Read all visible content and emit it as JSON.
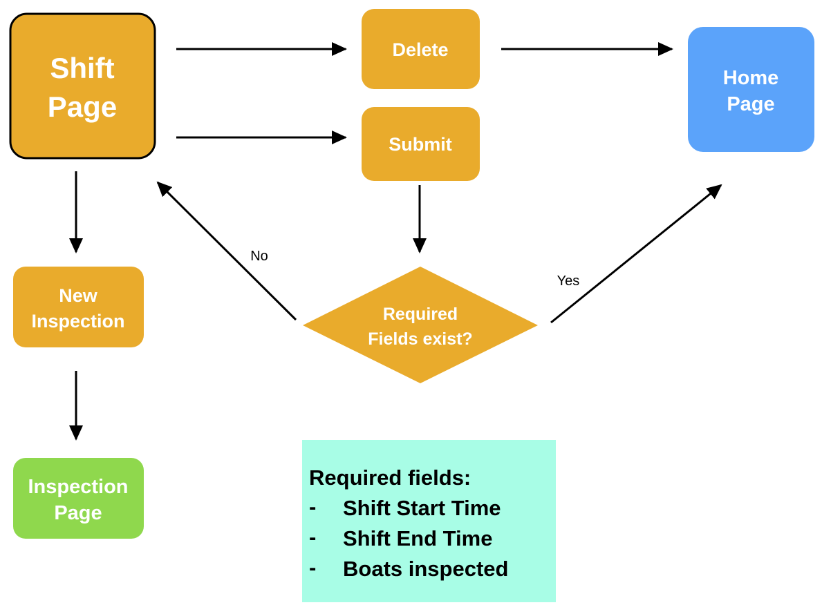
{
  "nodes": {
    "shift_page": {
      "line1": "Shift",
      "line2": "Page"
    },
    "delete": {
      "label": "Delete"
    },
    "submit": {
      "label": "Submit"
    },
    "home_page": {
      "line1": "Home",
      "line2": "Page"
    },
    "new_inspection": {
      "line1": "New",
      "line2": "Inspection"
    },
    "inspection_page": {
      "line1": "Inspection",
      "line2": "Page"
    },
    "decision": {
      "line1": "Required",
      "line2": "Fields exist?"
    }
  },
  "edges": {
    "no_label": "No",
    "yes_label": "Yes"
  },
  "note": {
    "title": "Required fields:",
    "items": [
      {
        "bullet": "-",
        "text": "Shift Start Time"
      },
      {
        "bullet": "-",
        "text": "Shift End Time"
      },
      {
        "bullet": "-",
        "text": "Boats inspected"
      }
    ]
  },
  "colors": {
    "orange": "#e9ab2c",
    "blue": "#5ba3fa",
    "green": "#8fd84d",
    "note_bg": "#a8fde6",
    "arrow": "#000000"
  }
}
